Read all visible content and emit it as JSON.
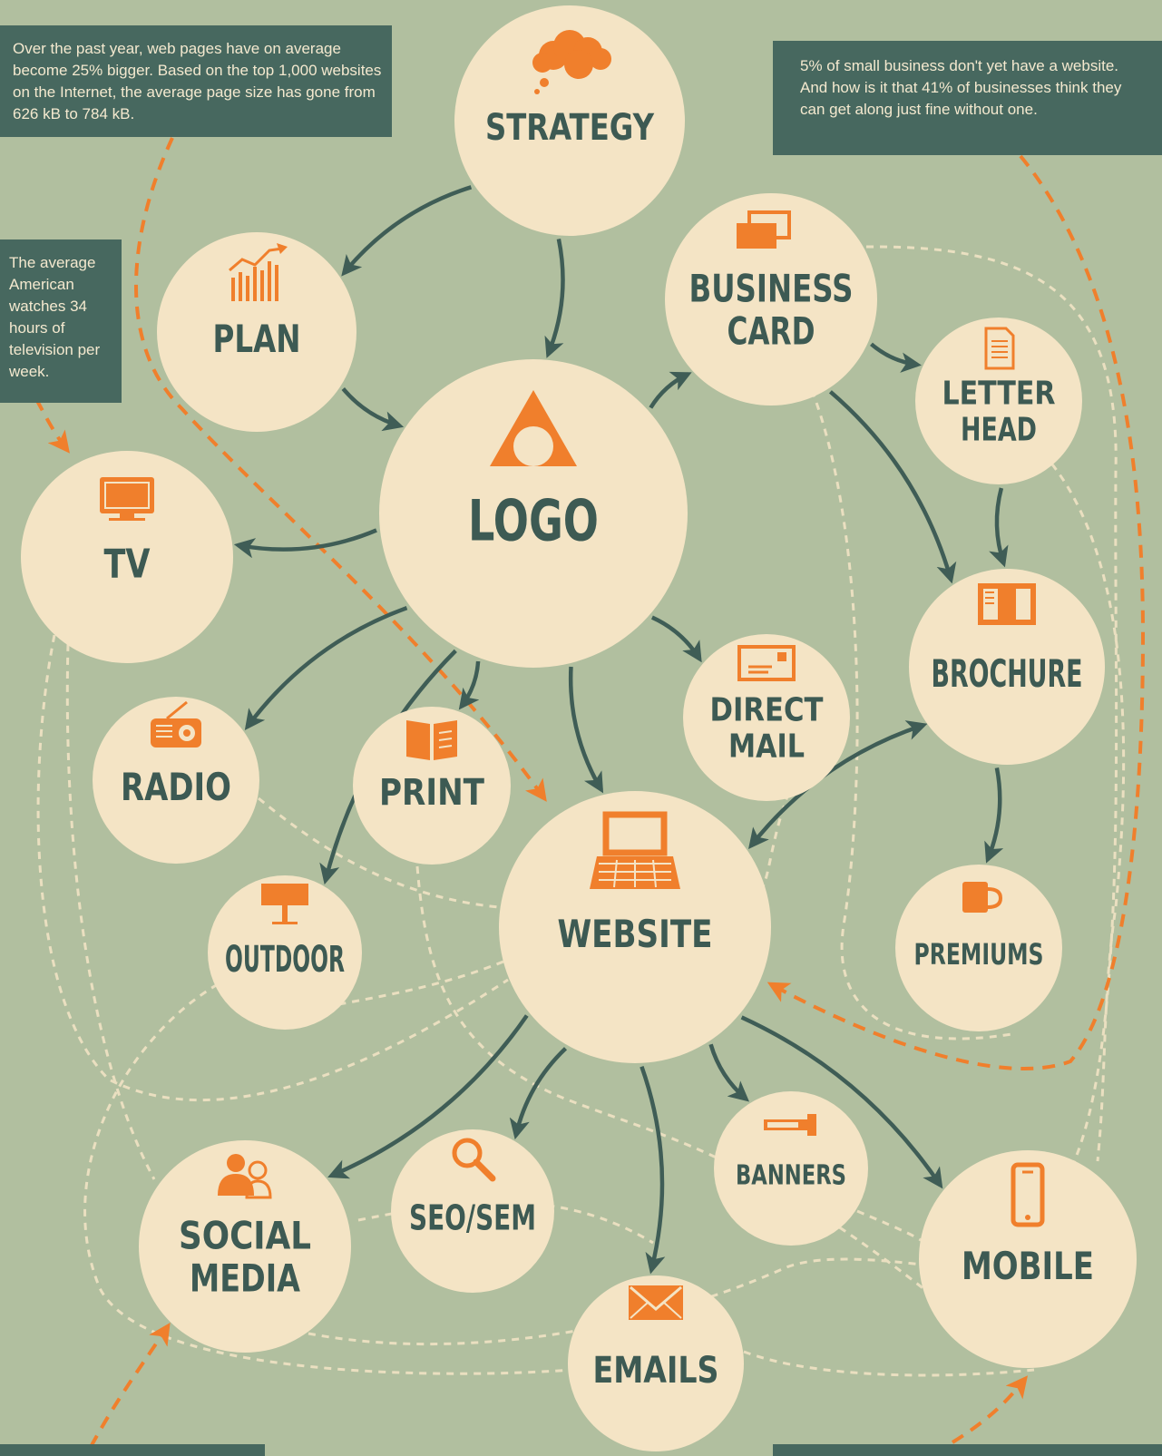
{
  "nodes": {
    "strategy": {
      "lines": [
        "STRATEGY"
      ],
      "icon": "cloud-icon"
    },
    "plan": {
      "lines": [
        "PLAN"
      ],
      "icon": "growth-chart-icon"
    },
    "logo": {
      "lines": [
        "LOGO"
      ],
      "icon": "triangle-circle-icon"
    },
    "business_card": {
      "lines": [
        "BUSINESS",
        "CARD"
      ],
      "icon": "business-cards-icon"
    },
    "letter_head": {
      "lines": [
        "LETTER",
        "HEAD"
      ],
      "icon": "document-icon"
    },
    "tv": {
      "lines": [
        "TV"
      ],
      "icon": "tv-icon"
    },
    "radio": {
      "lines": [
        "RADIO"
      ],
      "icon": "radio-icon"
    },
    "print": {
      "lines": [
        "PRINT"
      ],
      "icon": "open-book-icon"
    },
    "direct_mail": {
      "lines": [
        "DIRECT",
        "MAIL"
      ],
      "icon": "mail-card-icon"
    },
    "brochure": {
      "lines": [
        "BROCHURE"
      ],
      "icon": "brochure-icon"
    },
    "outdoor": {
      "lines": [
        "OUTDOOR"
      ],
      "icon": "billboard-icon"
    },
    "website": {
      "lines": [
        "WEBSITE"
      ],
      "icon": "laptop-icon"
    },
    "premiums": {
      "lines": [
        "PREMIUMS"
      ],
      "icon": "mug-icon"
    },
    "social_media": {
      "lines": [
        "SOCIAL",
        "MEDIA"
      ],
      "icon": "people-icon"
    },
    "seo_sem": {
      "lines": [
        "SEO/SEM"
      ],
      "icon": "magnifier-icon"
    },
    "banners": {
      "lines": [
        "BANNERS"
      ],
      "icon": "banner-icon"
    },
    "mobile": {
      "lines": [
        "MOBILE"
      ],
      "icon": "phone-icon"
    },
    "emails": {
      "lines": [
        "EMAILS"
      ],
      "icon": "envelope-icon"
    }
  },
  "notes": {
    "web_pages": "Over the past year, web pages have on average become 25% bigger. Based on the top 1,000 websites on the Internet, the average page size has gone from 626 kB to 784 kB.",
    "small_business": "5% of small business don't yet have a website. And how is it that 41% of businesses think they can get along just fine without one.",
    "television": "The average American watches 34 hours of television per week."
  },
  "edges": [
    {
      "from": "strategy",
      "to": "plan"
    },
    {
      "from": "strategy",
      "to": "logo"
    },
    {
      "from": "plan",
      "to": "logo"
    },
    {
      "from": "logo",
      "to": "business_card"
    },
    {
      "from": "business_card",
      "to": "letter_head"
    },
    {
      "from": "business_card",
      "to": "brochure"
    },
    {
      "from": "letter_head",
      "to": "brochure"
    },
    {
      "from": "logo",
      "to": "tv"
    },
    {
      "from": "logo",
      "to": "radio"
    },
    {
      "from": "logo",
      "to": "print"
    },
    {
      "from": "logo",
      "to": "outdoor"
    },
    {
      "from": "logo",
      "to": "direct_mail"
    },
    {
      "from": "logo",
      "to": "website"
    },
    {
      "from": "brochure",
      "to": "premiums"
    },
    {
      "from": "brochure",
      "to": "website",
      "bidirectional": true
    },
    {
      "from": "website",
      "to": "social_media"
    },
    {
      "from": "website",
      "to": "seo_sem"
    },
    {
      "from": "website",
      "to": "emails"
    },
    {
      "from": "website",
      "to": "banners"
    },
    {
      "from": "website",
      "to": "mobile"
    }
  ],
  "colors": {
    "background": "#b1bf9f",
    "node_fill": "#f4e4c5",
    "node_text": "#3d5a53",
    "arrow": "#3f5d56",
    "accent": "#f07f2c",
    "note_box": "#47685f",
    "note_text": "#f4e9cf"
  }
}
